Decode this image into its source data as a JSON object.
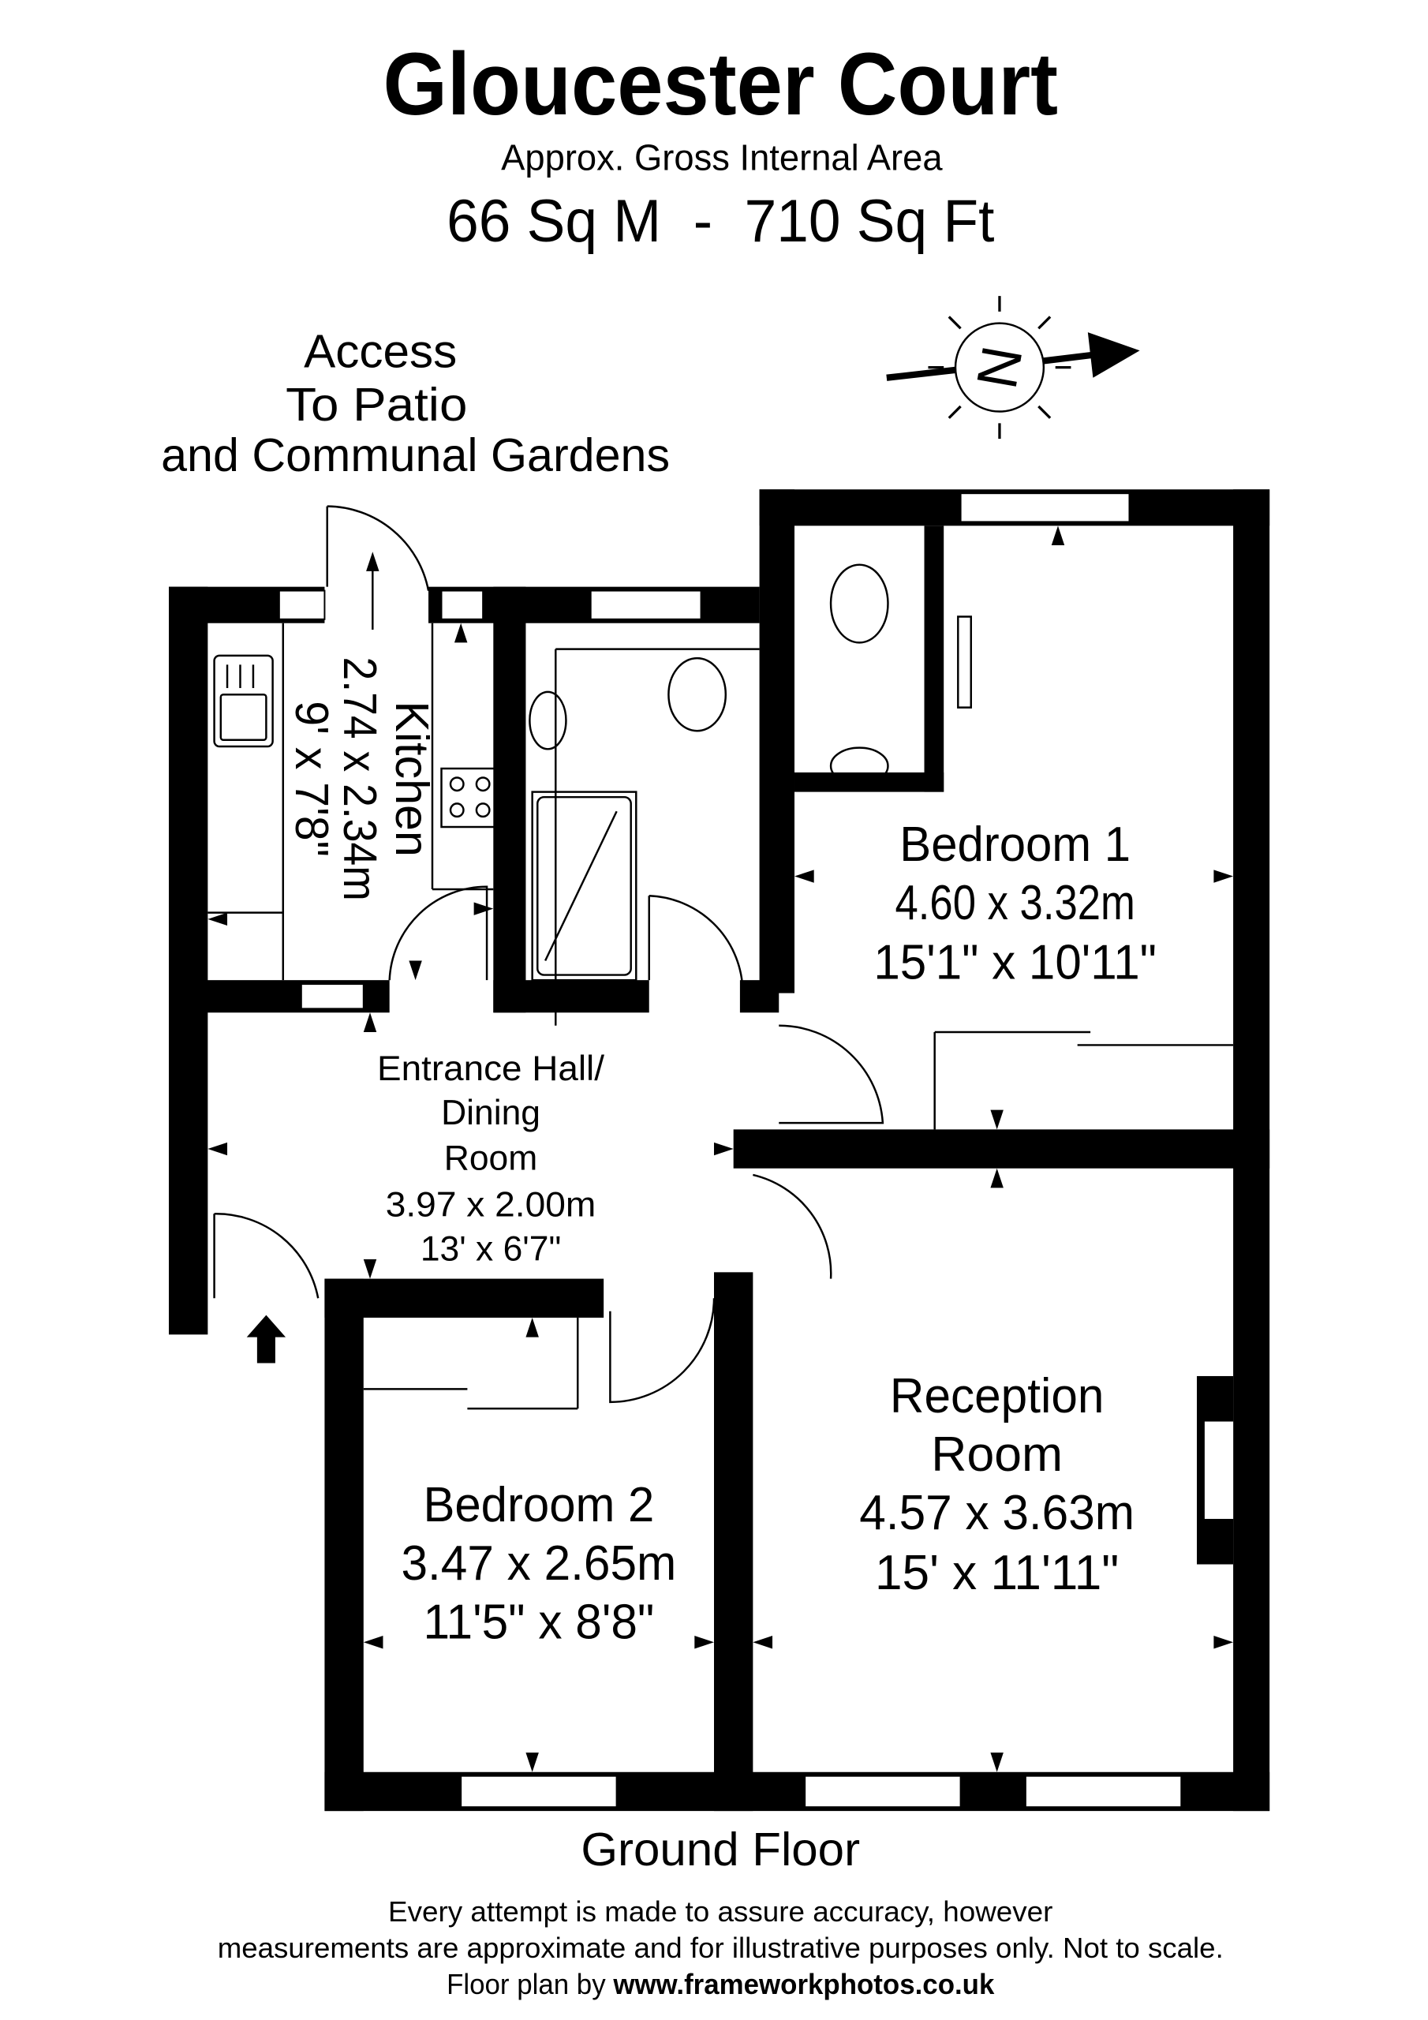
{
  "header": {
    "title": "Gloucester Court",
    "subtitle": "Approx. Gross Internal Area",
    "area": "66 Sq M  -  710 Sq Ft"
  },
  "compass": {
    "label": "N"
  },
  "access_note": [
    "Access",
    "To Patio",
    "and Communal Gardens"
  ],
  "rooms": {
    "kitchen": {
      "name": "Kitchen",
      "metric": "2.74 x 2.34m",
      "imperial": "9' x 7'8\""
    },
    "hall": {
      "name_1": "Entrance Hall/",
      "name_2": "Dining",
      "name_3": "Room",
      "metric": "3.97 x 2.00m",
      "imperial": "13' x 6'7\""
    },
    "bedroom1": {
      "name": "Bedroom 1",
      "metric": "4.60 x 3.32m",
      "imperial": "15'1\" x 10'11\""
    },
    "reception": {
      "name_1": "Reception",
      "name_2": "Room",
      "metric": "4.57 x 3.63m",
      "imperial": "15' x 11'11\""
    },
    "bedroom2": {
      "name": "Bedroom 2",
      "metric": "3.47 x 2.65m",
      "imperial": "11'5\" x 8'8\""
    }
  },
  "floor_label": "Ground Floor",
  "disclaimer": {
    "line1": "Every attempt is made to assure accuracy, however",
    "line2": "measurements are approximate and for illustrative purposes only. Not to scale.",
    "credit_prefix": "Floor plan by ",
    "credit_url": "www.frameworkphotos.co.uk"
  }
}
